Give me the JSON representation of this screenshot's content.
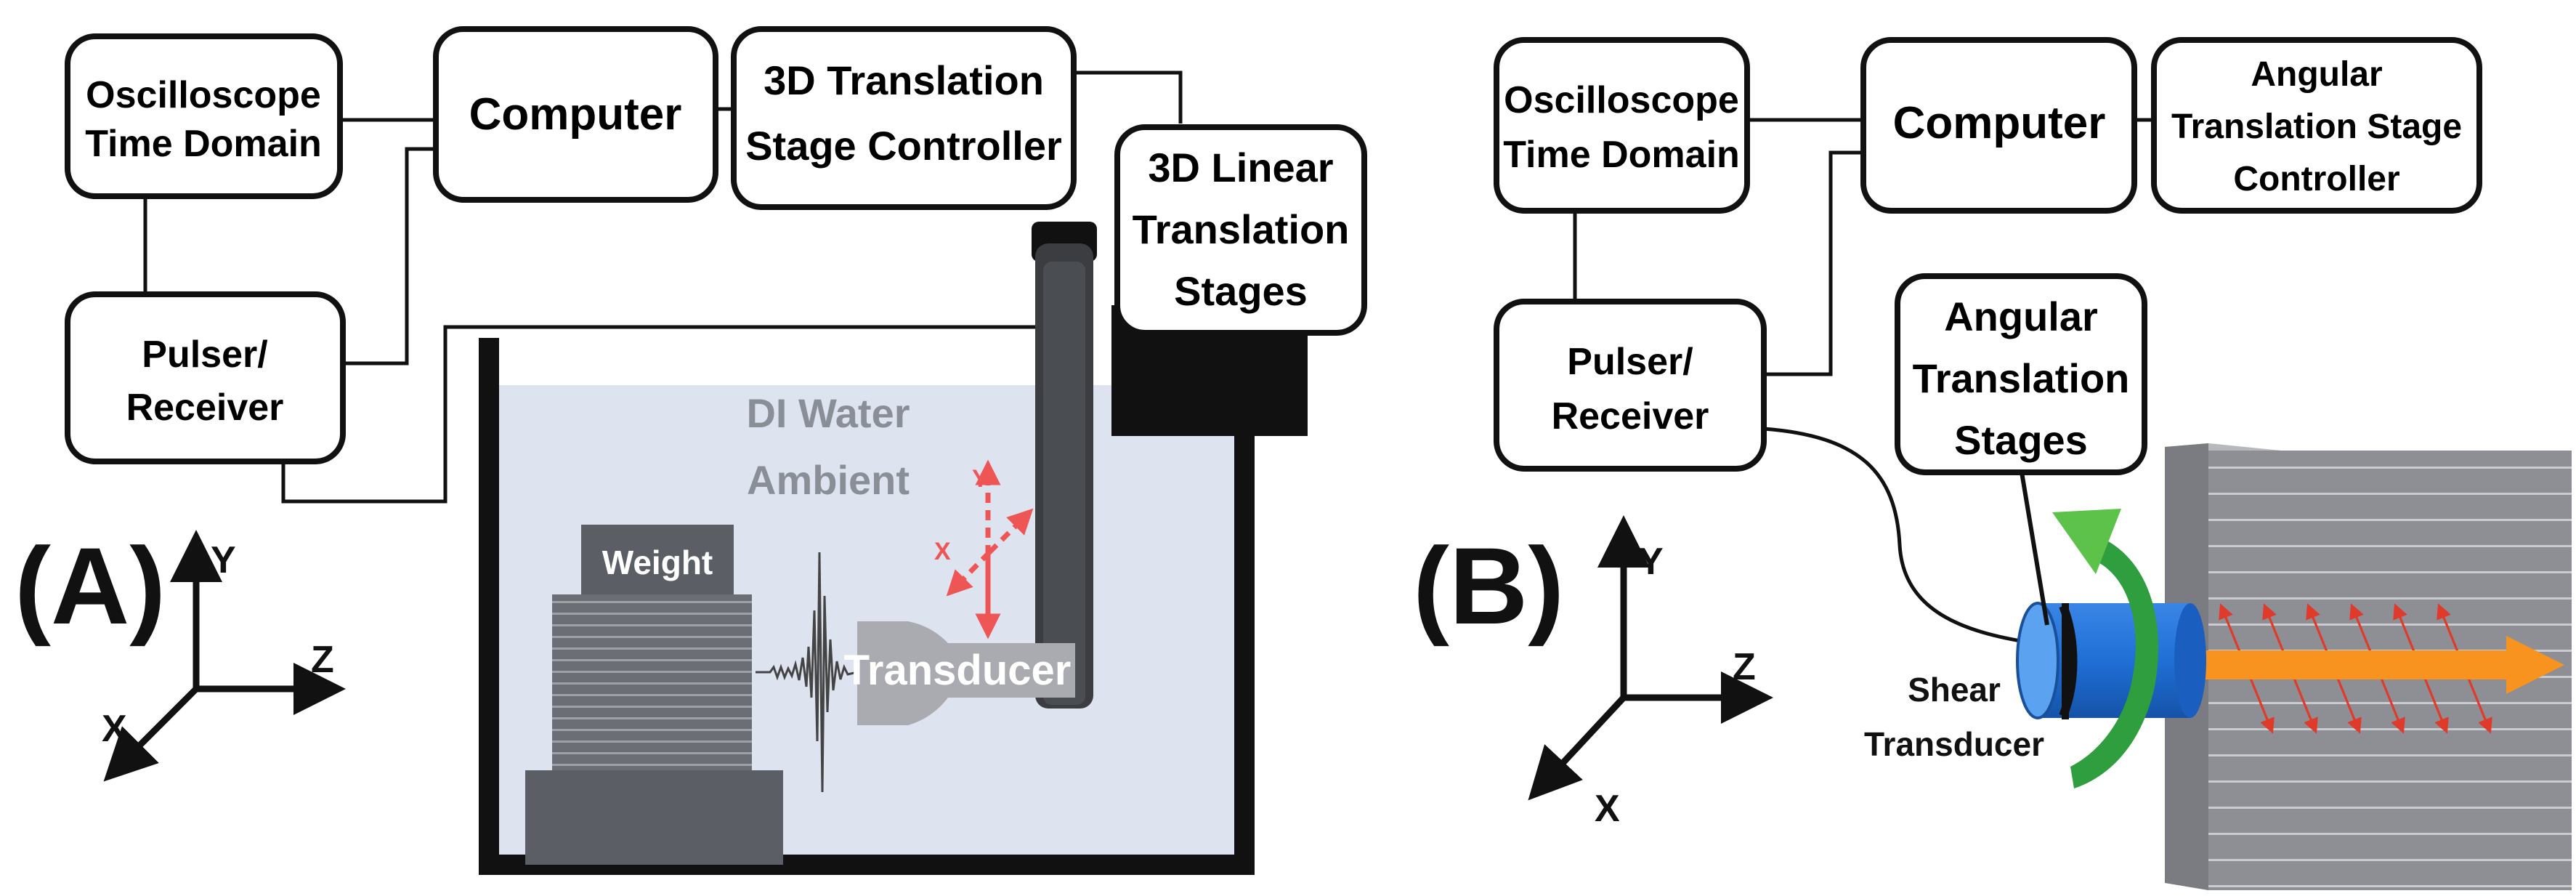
{
  "panel_a": {
    "label": "(A)",
    "boxes": {
      "oscilloscope": [
        "Oscilloscope",
        "Time Domain"
      ],
      "computer": [
        "Computer"
      ],
      "controller": [
        "3D Translation",
        "Stage Controller"
      ],
      "stages": [
        "3D Linear",
        "Translation",
        "Stages"
      ],
      "pulser": [
        "Pulser/",
        "Receiver"
      ]
    },
    "tank_text": [
      "DI Water",
      "Ambient"
    ],
    "weight": "Weight",
    "transducer": "Transducer",
    "red_axes": {
      "y": "Y",
      "x": "X"
    },
    "axes": {
      "y": "Y",
      "z": "Z",
      "x": "X"
    }
  },
  "panel_b": {
    "label": "(B)",
    "boxes": {
      "oscilloscope": [
        "Oscilloscope",
        "Time Domain"
      ],
      "computer": [
        "Computer"
      ],
      "controller": [
        "Angular",
        "Translation Stage",
        "Controller"
      ],
      "pulser": [
        "Pulser/",
        "Receiver"
      ],
      "stages": [
        "Angular",
        "Translation",
        "Stages"
      ]
    },
    "transducer": [
      "Shear",
      "Transducer"
    ],
    "axes": {
      "y": "Y",
      "z": "Z",
      "x": "X"
    }
  },
  "colors": {
    "tank_water": "#dde3ef",
    "tank_wall": "#111111",
    "stack_gray": "#6b6e75",
    "transducer_gray": "#a9abb0",
    "red_arrow": "#ee5555",
    "shear_blue": "#1f6fd6",
    "green_arrow": "#2e9e3e",
    "orange_arrow": "#f7931e",
    "sample_gray": "#8d8f94"
  }
}
